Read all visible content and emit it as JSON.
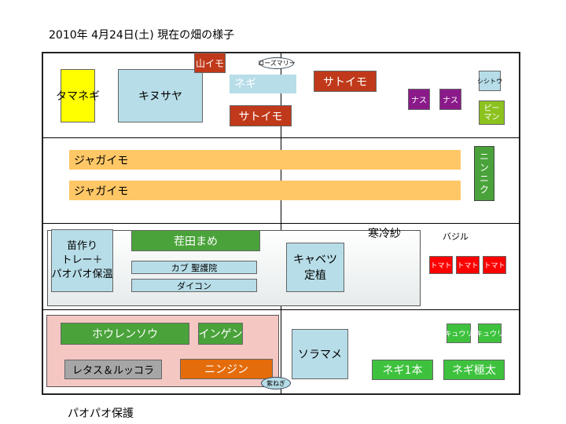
{
  "title": "2010年 4月24日(土) 現在の畑の様子",
  "footer": "パオパオ保護",
  "colors": {
    "yellow": "#ffff00",
    "lightblue": "#b7dde8",
    "darkred": "#c0391a",
    "purple": "#8a1a8a",
    "green": "#4aa33a",
    "lightgreen": "#3ec23e",
    "olive": "#8cc21e",
    "orange": "#ffc766",
    "pink": "#f4c7c3",
    "gray": "#a6a6a6",
    "darkorange": "#e46c0a",
    "red": "#ff0000"
  },
  "labels": {
    "tamanegi": "タマネギ",
    "kinusaya": "キヌサヤ",
    "yamaimo": "山イモ",
    "rosemary": "ローズマリー",
    "negi": "ネギ",
    "satoimo1": "サトイモ",
    "satoimo2": "サトイモ",
    "nasu1": "ナス",
    "nasu2": "ナス",
    "shishito": "シシトウ",
    "piman": "ピーマン",
    "jagaimo1": "ジャガイモ",
    "jagaimo2": "ジャガイモ",
    "ninniku": "ニンニク",
    "naeduku": "苗作り\nトレー＋\nパオパオ保温",
    "chadamame": "茬田まめ",
    "kabu": "カブ 聖護院",
    "daikon": "ダイコン",
    "kanreisha": "寒冷紗",
    "cabbage": "キャベツ\n定植",
    "basil": "バジル",
    "tomato1": "トマト",
    "tomato2": "トマト",
    "tomato3": "トマト",
    "hourensou": "ホウレンソウ",
    "ingen": "インゲン",
    "lettuce": "レタス＆ルッコラ",
    "ninjin": "ニンジン",
    "murasaki": "紫ねぎ",
    "soramame": "ソラマメ",
    "kyuri1": "キュウリ",
    "kyuri2": "キュウリ",
    "negi1": "ネギ1本",
    "negigoku": "ネギ極太"
  }
}
